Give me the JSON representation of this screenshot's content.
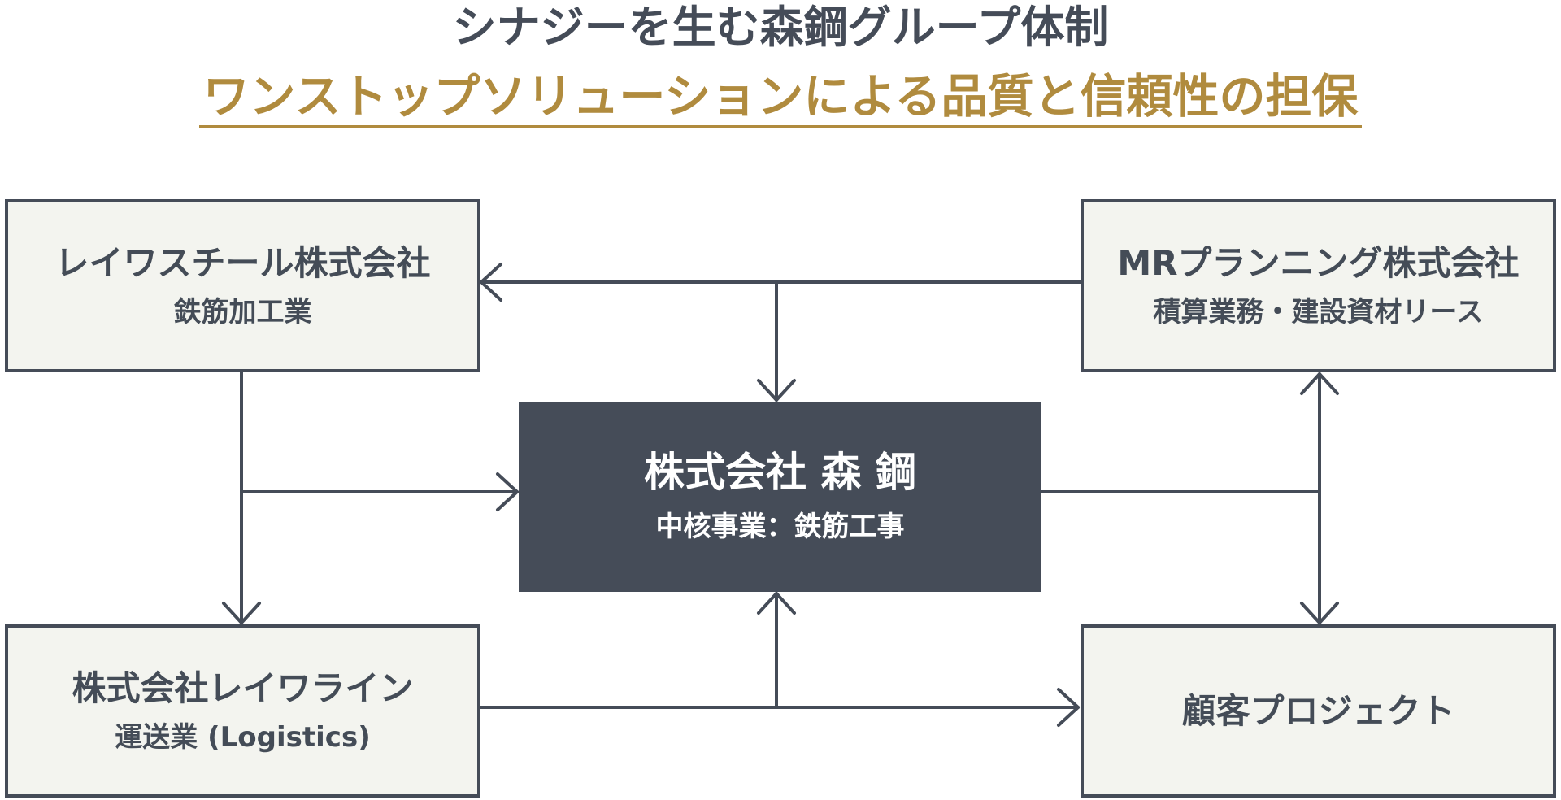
{
  "title": {
    "main": "シナジーを生む森鋼グループ体制",
    "sub": "ワンストップソリューションによる品質と信頼性の担保"
  },
  "nodes": {
    "reiwa_steel": {
      "name": "レイワスチール株式会社",
      "desc": "鉄筋加工業"
    },
    "mr_planning": {
      "name": "MRプランニング株式会社",
      "desc": "積算業務・建設資材リース"
    },
    "morikou": {
      "name": "株式会社 森 鋼",
      "desc": "中核事業：鉄筋工事"
    },
    "reiwa_line": {
      "name": "株式会社レイワライン",
      "desc": "運送業 (Logistics)"
    },
    "client": {
      "name": "顧客プロジェクト"
    }
  },
  "colors": {
    "line": "#454c58",
    "accent": "#b08b3e",
    "box_fill": "#f3f4ef",
    "center_fill": "#454c58"
  }
}
